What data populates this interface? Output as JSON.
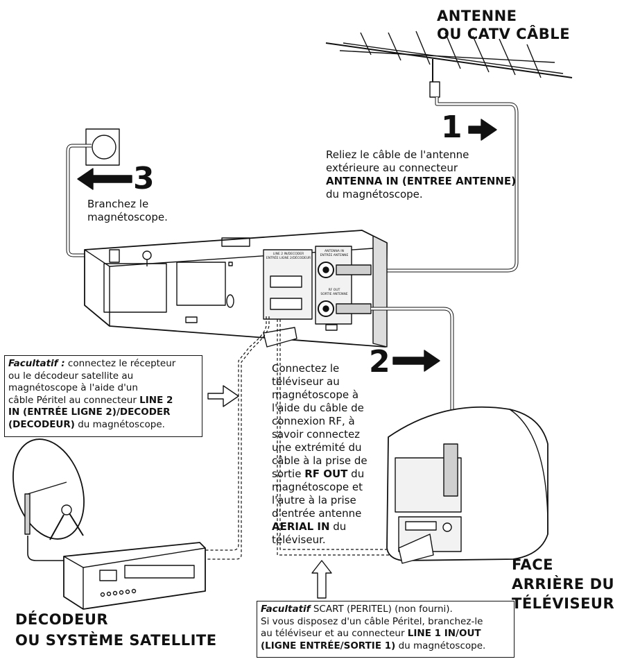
{
  "titles": {
    "antenna": [
      "ANTENNE",
      "OU CATV CÂBLE"
    ],
    "tv_back": [
      "FACE",
      "ARRIÈRE DU",
      "TÉLÉVISEUR"
    ],
    "decoder": [
      "DÉCODEUR",
      "OU SYSTÈME SATELLITE"
    ]
  },
  "steps": {
    "s1": {
      "number": "1",
      "text_lines": [
        "Reliez le câble de l'antenne",
        "extérieure au connecteur"
      ],
      "bold": "ANTENNA IN (ENTREE ANTENNE)",
      "text_end": "du magnétoscope."
    },
    "s2": {
      "number": "2",
      "l1": "Connectez le",
      "l2": "téléviseur au",
      "l3": "magnétoscope à",
      "l4": "l'aide du câble de",
      "l5": "connexion RF, à",
      "l6": "savoir connectez",
      "l7": "une extrémité du",
      "l8": "câble à la prise de",
      "l9_pre": "sortie ",
      "l9_bold": "RF OUT",
      "l9_post": " du",
      "l10": "magnétoscope et",
      "l11": "l'autre à la prise",
      "l12": "d'entrée antenne",
      "l13_bold": "AERIAL IN",
      "l13_post": " du",
      "l14": "téléviseur."
    },
    "s3": {
      "number": "3",
      "text_lines": [
        "Branchez le",
        "magnétoscope."
      ]
    }
  },
  "optional_decoder": {
    "label": "Facultatif :",
    "l1": " connectez le récepteur",
    "l2": "ou le décodeur satellite au",
    "l3": "magnétoscope à l'aide d'un",
    "l4_pre": "câble Péritel au connecteur ",
    "l4_bold": "LINE 2",
    "l5_bold": "IN (ENTRÉE LIGNE 2)/DECODER",
    "l6_bold": "(DECODEUR)",
    "l6_post": " du magnétoscope."
  },
  "optional_scart": {
    "label": "Facultatif",
    "l1": " SCART (PERITEL) (non fourni).",
    "l2": "Si vous disposez d'un câble Péritel, branchez-le",
    "l3_pre": "au téléviseur et au connecteur ",
    "l3_bold": "LINE 1 IN/OUT",
    "l4_bold": "(LIGNE ENTRÉE/SORTIE 1)",
    "l4_post": " du magnétoscope."
  },
  "panel_labels": {
    "line2": [
      "LINE 2 IN/DECODER",
      "ENTRÉE LIGNE 2/DÉCODEUR"
    ],
    "antenna_in": [
      "ANTENNA IN",
      "ENTRÉE ANTENNE"
    ],
    "rf_out": [
      "RF OUT",
      "SORTIE ANTENNE"
    ]
  },
  "colors": {
    "ink": "#111111",
    "panel": "#f2f2f2",
    "shade": "#cfcfcf"
  }
}
